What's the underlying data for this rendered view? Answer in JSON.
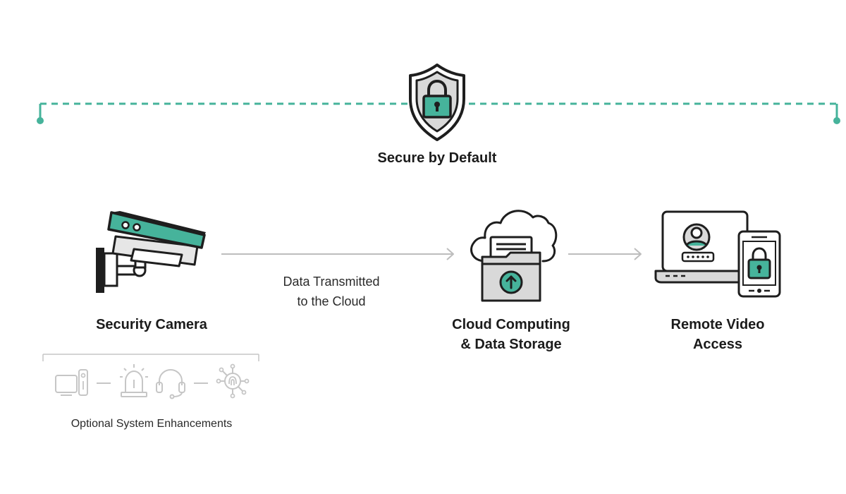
{
  "colors": {
    "accent": "#46b39b",
    "outline": "#1e1e1e",
    "muted": "#c6c6c6",
    "arrow": "#bdbdbd",
    "light_fill": "#d9d9d9"
  },
  "top": {
    "title": "Secure by Default",
    "icon": "shield-lock-icon"
  },
  "camera": {
    "label": "Security Camera",
    "icon": "security-camera-icon"
  },
  "transmit": {
    "line1": "Data Transmitted",
    "line2": "to the Cloud"
  },
  "cloud": {
    "line1": "Cloud Computing",
    "line2": "& Data Storage",
    "icon": "cloud-folder-upload-icon"
  },
  "remote": {
    "line1": "Remote Video",
    "line2": "Access",
    "icon": "laptop-phone-lock-icon"
  },
  "enhancements": {
    "label": "Optional System Enhancements",
    "icons": [
      "tv-remote-icon",
      "siren-icon",
      "headset-icon",
      "fingerprint-network-icon"
    ]
  }
}
